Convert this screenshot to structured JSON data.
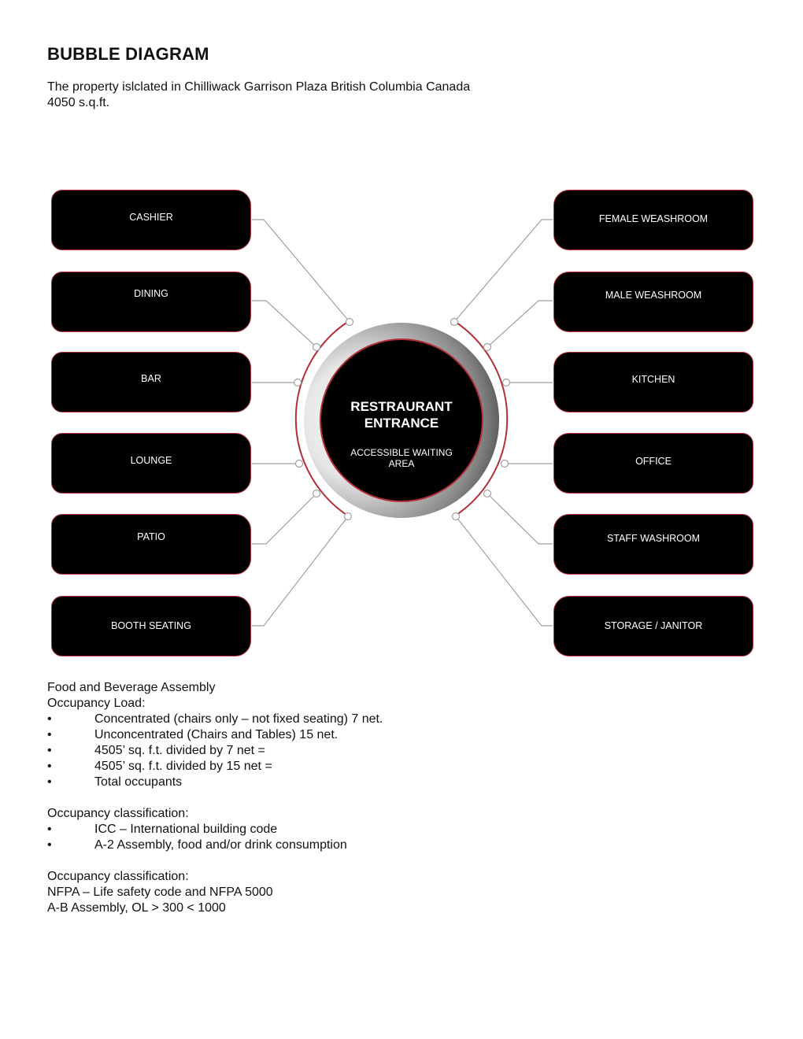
{
  "header": {
    "title": "BUBBLE DIAGRAM",
    "intro_line1": "The property islclated in Chilliwack Garrison Plaza British Columbia Canada",
    "intro_line2": "4050 s.q.ft."
  },
  "hub": {
    "title_line1": "RESTRAURANT",
    "title_line2": "ENTRANCE",
    "subtitle_line1": "ACCESSIBLE WAITING",
    "subtitle_line2": "AREA"
  },
  "left_spaces": [
    "CASHIER",
    "DINING",
    "BAR",
    "LOUNGE",
    "PATIO",
    "BOOTH SEATING"
  ],
  "right_spaces": [
    "FEMALE WEASHROOM",
    "MALE WEASHROOM",
    "KITCHEN",
    "OFFICE",
    "STAFF WASHROOM",
    "STORAGE / JANITOR"
  ],
  "notes": {
    "heading1": "Food and Beverage Assembly",
    "heading2": "Occupancy Load:",
    "load_items": [
      "Concentrated (chairs only – not fixed seating) 7 net.",
      "Unconcentrated (Chairs and Tables) 15 net.",
      "4505’ sq. f.t. divided by 7 net =",
      "4505’ sq. f.t. divided by 15 net =",
      "Total   occupants"
    ],
    "classification1_heading": "Occupancy classification:",
    "classification1_items": [
      "ICC – International building code",
      "A-2 Assembly, food and/or drink consumption"
    ],
    "classification2_heading": "Occupancy classification:",
    "classification2_line1": "NFPA – Life safety code and NFPA 5000",
    "classification2_line2": "A-B Assembly, OL > 300 < 1000"
  },
  "bullet_symbol": "•",
  "colors": {
    "box_fill": "#000000",
    "accent_red": "#b3303a",
    "connector": "#a0a0a0"
  }
}
